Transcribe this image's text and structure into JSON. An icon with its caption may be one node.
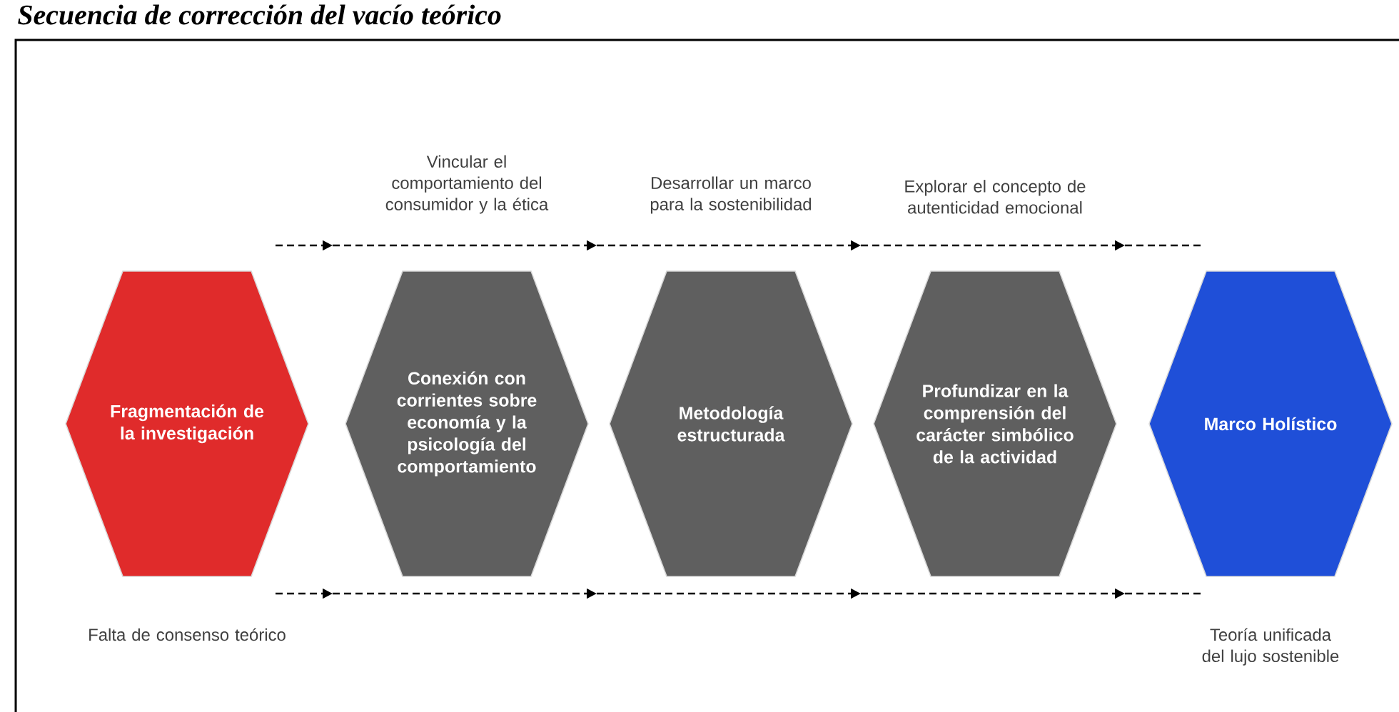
{
  "diagram": {
    "title": "Secuencia de corrección del vacío teórico",
    "nodes": [
      {
        "text": [
          "Fragmentación de la investigación"
        ],
        "beside": [
          "Falta de consenso teórico"
        ]
      },
      {
        "text": [
          "Conexión con corrientes sobre economía y la psicología del comportamiento"
        ],
        "beside": [
          "Vincular el comportamiento del consumidor y la ética"
        ]
      },
      {
        "text": [
          "Metodología estructurada"
        ],
        "beside": [
          "Desarrollar un marco para la sostenibilidad"
        ]
      },
      {
        "text": [
          "Profundizar en la comprensión del carácter simbólico de la actividad"
        ],
        "beside": [
          "Explorar el concepto de autenticidad emocional"
        ]
      },
      {
        "text": [
          "Marco Holístico"
        ],
        "beside": [
          "Teoría unificada del lujo sostenible"
        ]
      }
    ]
  }
}
